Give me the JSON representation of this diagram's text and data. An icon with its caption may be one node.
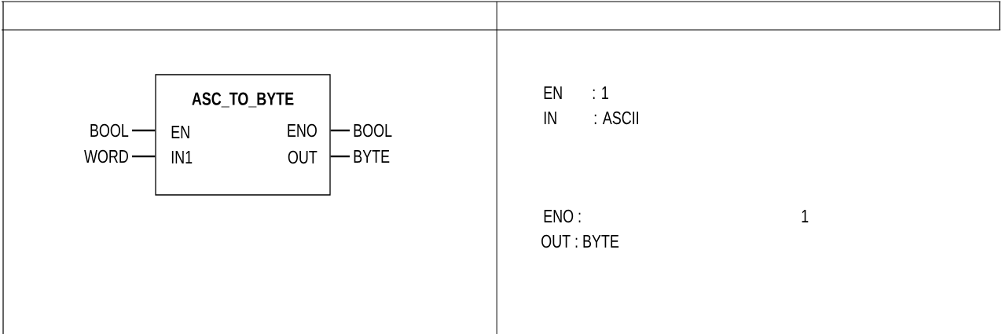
{
  "diagram": {
    "nodes": [
      {
        "text": [
          "ASC_TO_BYTE",
          "EN",
          "IN1",
          "ENO",
          "OUT"
        ]
      },
      {
        "text": [
          "BOOL"
        ]
      },
      {
        "text": [
          "WORD"
        ]
      },
      {
        "text": [
          "BOOL"
        ]
      },
      {
        "text": [
          "BYTE"
        ]
      }
    ],
    "edges": [
      {
        "from": 1,
        "to": 0,
        "arrow": "none"
      },
      {
        "from": 2,
        "to": 0,
        "arrow": "none"
      },
      {
        "from": 0,
        "to": 3,
        "arrow": "none"
      },
      {
        "from": 0,
        "to": 4,
        "arrow": "none"
      }
    ],
    "labels": [
      "EN",
      ": 1",
      "IN",
      ":  ASCII",
      "ENO :",
      "1",
      "OUT : BYTE"
    ]
  }
}
